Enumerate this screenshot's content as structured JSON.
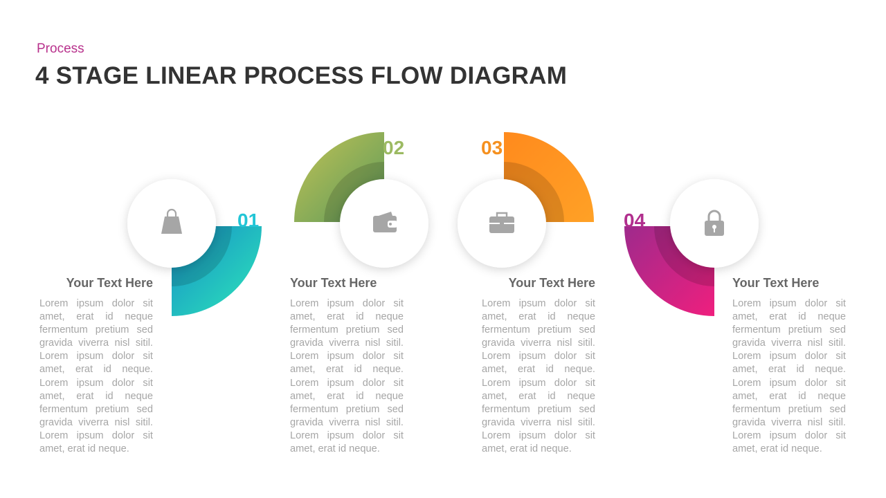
{
  "header": {
    "subtitle": "Process",
    "title": "4 STAGE LINEAR PROCESS FLOW DIAGRAM"
  },
  "stages": [
    {
      "number": "01",
      "icon": "shopping-bag-icon",
      "heading": "Your Text Here",
      "body": "Lorem ipsum dolor sit amet, erat id neque fermentum pretium sed gravida viverra nisl sitil. Lorem ipsum dolor sit amet, erat id neque. Lorem ipsum dolor sit amet, erat id neque fermentum pretium sed gravida viverra nisl sitil. Lorem ipsum dolor sit amet, erat id neque.",
      "colors": {
        "start": "#1590c8",
        "end": "#2ee6b8",
        "number": "#22c5d6"
      }
    },
    {
      "number": "02",
      "icon": "wallet-icon",
      "heading": "Your Text Here",
      "body": "Lorem ipsum dolor sit amet, erat id neque fermentum pretium sed gravida viverra nisl sitil. Lorem ipsum dolor sit amet, erat id neque. Lorem ipsum dolor sit amet, erat id neque fermentum pretium sed gravida viverra nisl sitil. Lorem ipsum dolor sit amet, erat id neque.",
      "colors": {
        "start": "#c2c255",
        "end": "#5b9a5a",
        "number": "#9cba62"
      }
    },
    {
      "number": "03",
      "icon": "briefcase-icon",
      "heading": "Your Text Here",
      "body": "Lorem ipsum dolor sit amet, erat id neque fermentum pretium sed gravida viverra nisl sitil. Lorem ipsum dolor sit amet, erat id neque. Lorem ipsum dolor sit amet, erat id neque fermentum pretium sed gravida viverra nisl sitil. Lorem ipsum dolor sit amet, erat id neque.",
      "colors": {
        "start": "#ff8a1d",
        "end": "#ffa126",
        "number": "#f5901f"
      }
    },
    {
      "number": "04",
      "icon": "padlock-icon",
      "heading": "Your Text Here",
      "body": "Lorem ipsum dolor sit amet, erat id neque fermentum pretium sed gravida viverra nisl sitil. Lorem ipsum dolor sit amet, erat id neque. Lorem ipsum dolor sit amet, erat id neque fermentum pretium sed gravida viverra nisl sitil. Lorem ipsum dolor sit amet, erat id neque.",
      "colors": {
        "start": "#9e2a8c",
        "end": "#ef1f7e",
        "number": "#b12f8e"
      }
    }
  ]
}
